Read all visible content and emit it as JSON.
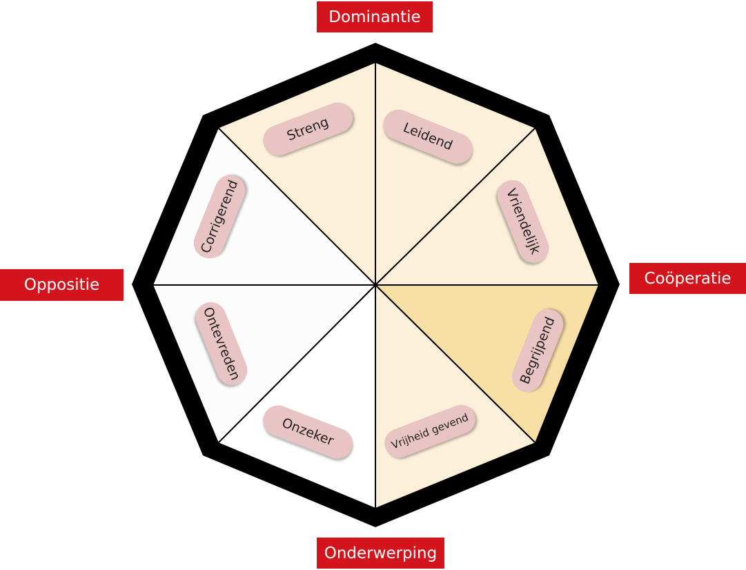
{
  "axes": {
    "top": "Dominantie",
    "right": "Coöperatie",
    "bottom": "Onderwerping",
    "left": "Oppositie"
  },
  "segments": {
    "streng": "Streng",
    "leidend": "Leidend",
    "vriendelijk": "Vriendelijk",
    "begrijpend": "Begrijpend",
    "vrijheid_gevend": "Vrijheid gevend",
    "onzeker": "Onzeker",
    "ontevreden": "Ontevreden",
    "corrigerend": "Corrigerend"
  },
  "colors": {
    "axis_label_bg": "#d4141c",
    "axis_label_text": "#ffffff",
    "frame": "#000000",
    "pill_bg": "#e8c4c4",
    "sector_light": "#fcf0da",
    "sector_highlight": "#f8dfa6",
    "sector_white": "#ffffff"
  }
}
